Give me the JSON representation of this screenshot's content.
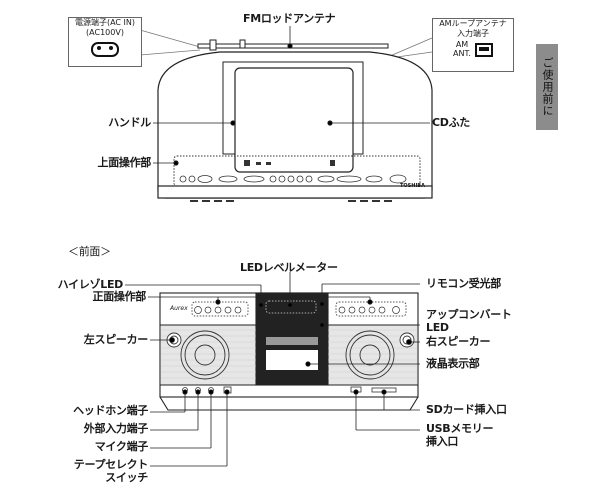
{
  "side_tab": {
    "label": "ご使用前に"
  },
  "top_view": {
    "callouts": {
      "power": {
        "line1": "電源端子(AC IN)",
        "line2": "(AC100V)",
        "icon": "power-socket-icon"
      },
      "am_antenna": {
        "line1": "AMループアンテナ",
        "line2": "入力端子",
        "jack_label1": "AM",
        "jack_label2": "ANT.",
        "icon": "antenna-jack-icon"
      }
    },
    "labels": {
      "fm_antenna": "FMロッドアンテナ",
      "handle": "ハンドル",
      "cd_lid": "CDふた",
      "top_controls": "上面操作部"
    },
    "brand": "TOSHIBA"
  },
  "front_view": {
    "section_title": "＜前面＞",
    "brand": "Aurex",
    "labels": {
      "hires_led": "ハイレゾLED",
      "front_controls": "正面操作部",
      "led_level_meter": "LEDレベルメーター",
      "remote_sensor": "リモコン受光部",
      "upconvert_led_1": "アップコンバート",
      "upconvert_led_2": "LED",
      "left_speaker": "左スピーカー",
      "right_speaker": "右スピーカー",
      "lcd_display": "液晶表示部",
      "headphone_jack": "ヘッドホン端子",
      "external_input": "外部入力端子",
      "mic_jack": "マイク端子",
      "tape_select_1": "テープセレクト",
      "tape_select_2": "スイッチ",
      "sd_slot": "SDカード挿入口",
      "usb_slot_1": "USBメモリー",
      "usb_slot_2": "挿入口"
    }
  }
}
